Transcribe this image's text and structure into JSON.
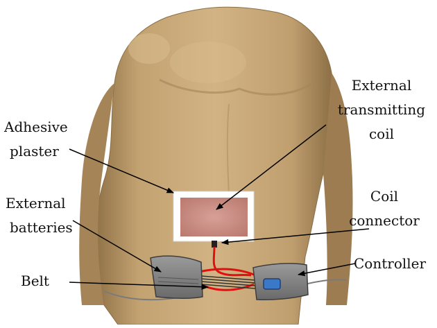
{
  "labels": {
    "adhesive_line1": "Adhesive",
    "adhesive_line2": "plaster",
    "ext_coil_line1": "External",
    "ext_coil_line2": "transmitting",
    "ext_coil_line3": "coil",
    "ext_batt_line1": "External",
    "ext_batt_line2": "batteries",
    "coil_conn_line1": "Coil",
    "coil_conn_line2": "connector",
    "belt": "Belt",
    "controller": "Controller"
  },
  "colors": {
    "skin": "#c8a878",
    "skin_shadow": "#9a7c52",
    "coil": "#c98a80",
    "device": "#7f7f7f",
    "cable": "#e01010",
    "controller_button": "#3a78c8"
  }
}
